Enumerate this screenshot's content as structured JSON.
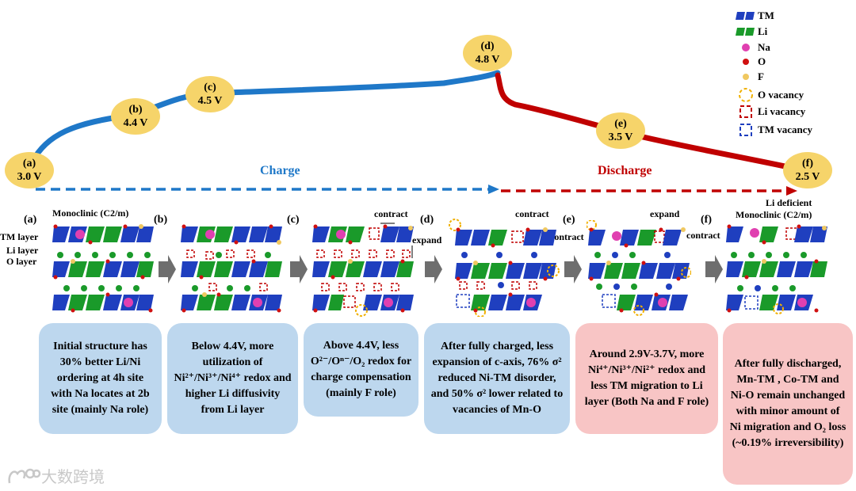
{
  "stages": [
    {
      "letter": "(a)",
      "voltage": "3.0 V"
    },
    {
      "letter": "(b)",
      "voltage": "4.4 V"
    },
    {
      "letter": "(c)",
      "voltage": "4.5 V"
    },
    {
      "letter": "(d)",
      "voltage": "4.8 V"
    },
    {
      "letter": "(e)",
      "voltage": "3.5 V"
    },
    {
      "letter": "(f)",
      "voltage": "2.5 V"
    }
  ],
  "process_labels": {
    "charge": "Charge",
    "discharge": "Discharge"
  },
  "colors": {
    "charge": "#1f78c8",
    "discharge": "#c00000",
    "stage_fill": "#f6d46a",
    "box_blue": "#bdd7ee",
    "box_pink": "#f8c5c5",
    "tm": "#1f3fbf",
    "li": "#1a9a2a"
  },
  "legend": [
    {
      "icon": "tm-octahedron-icon",
      "label": "TM"
    },
    {
      "icon": "li-octahedron-icon",
      "label": "Li"
    },
    {
      "icon": "na-atom-icon",
      "label": "Na"
    },
    {
      "icon": "o-atom-icon",
      "label": "O"
    },
    {
      "icon": "f-atom-icon",
      "label": "F"
    },
    {
      "icon": "o-vacancy-icon",
      "label": "O vacancy"
    },
    {
      "icon": "li-vacancy-icon",
      "label": "Li vacancy"
    },
    {
      "icon": "tm-vacancy-icon",
      "label": "TM vacancy"
    }
  ],
  "structure_labels": {
    "panel_a": "(a)",
    "panel_b": "(b)",
    "panel_c": "(c)",
    "panel_d": "(d)",
    "panel_e": "(e)",
    "panel_f": "(f)",
    "monoclinic": "Monoclinic (C2/m)",
    "li_deficient": "Li deficient",
    "monoclinic_f": "Monoclinic (C2/m)",
    "tm_layer": "TM layer",
    "li_layer": "Li layer",
    "o_layer": "O layer",
    "contract": "contract",
    "expand": "expand"
  },
  "descriptions": [
    {
      "text": "Initial structure has 30% better Li/Ni ordering at 4h site with Na locates at 2b site (mainly Na role)"
    },
    {
      "text": "Below 4.4V, more utilization of Ni²⁺/Ni³⁺/Ni⁴⁺ redox and higher Li diffusivity from Li layer"
    },
    {
      "text": "Above 4.4V, less O²⁻/Oⁿ⁻/O₂ redox for charge compensation (mainly F role)"
    },
    {
      "text": "After fully charged, less expansion of c-axis, 76% σ² reduced Ni-TM disorder, and 50% σ² lower related to vacancies of Mn-O"
    },
    {
      "text": "Around 2.9V-3.7V, more Ni⁴⁺/Ni³⁺/Ni²⁺ redox and less TM migration to Li layer (Both Na and F role)"
    },
    {
      "text": "After fully discharged, Mn-TM , Co-TM and Ni-O remain unchanged with minor amount of Ni migration and O₂ loss (~0.19% irreversibility)"
    }
  ],
  "watermark": "大数跨境"
}
